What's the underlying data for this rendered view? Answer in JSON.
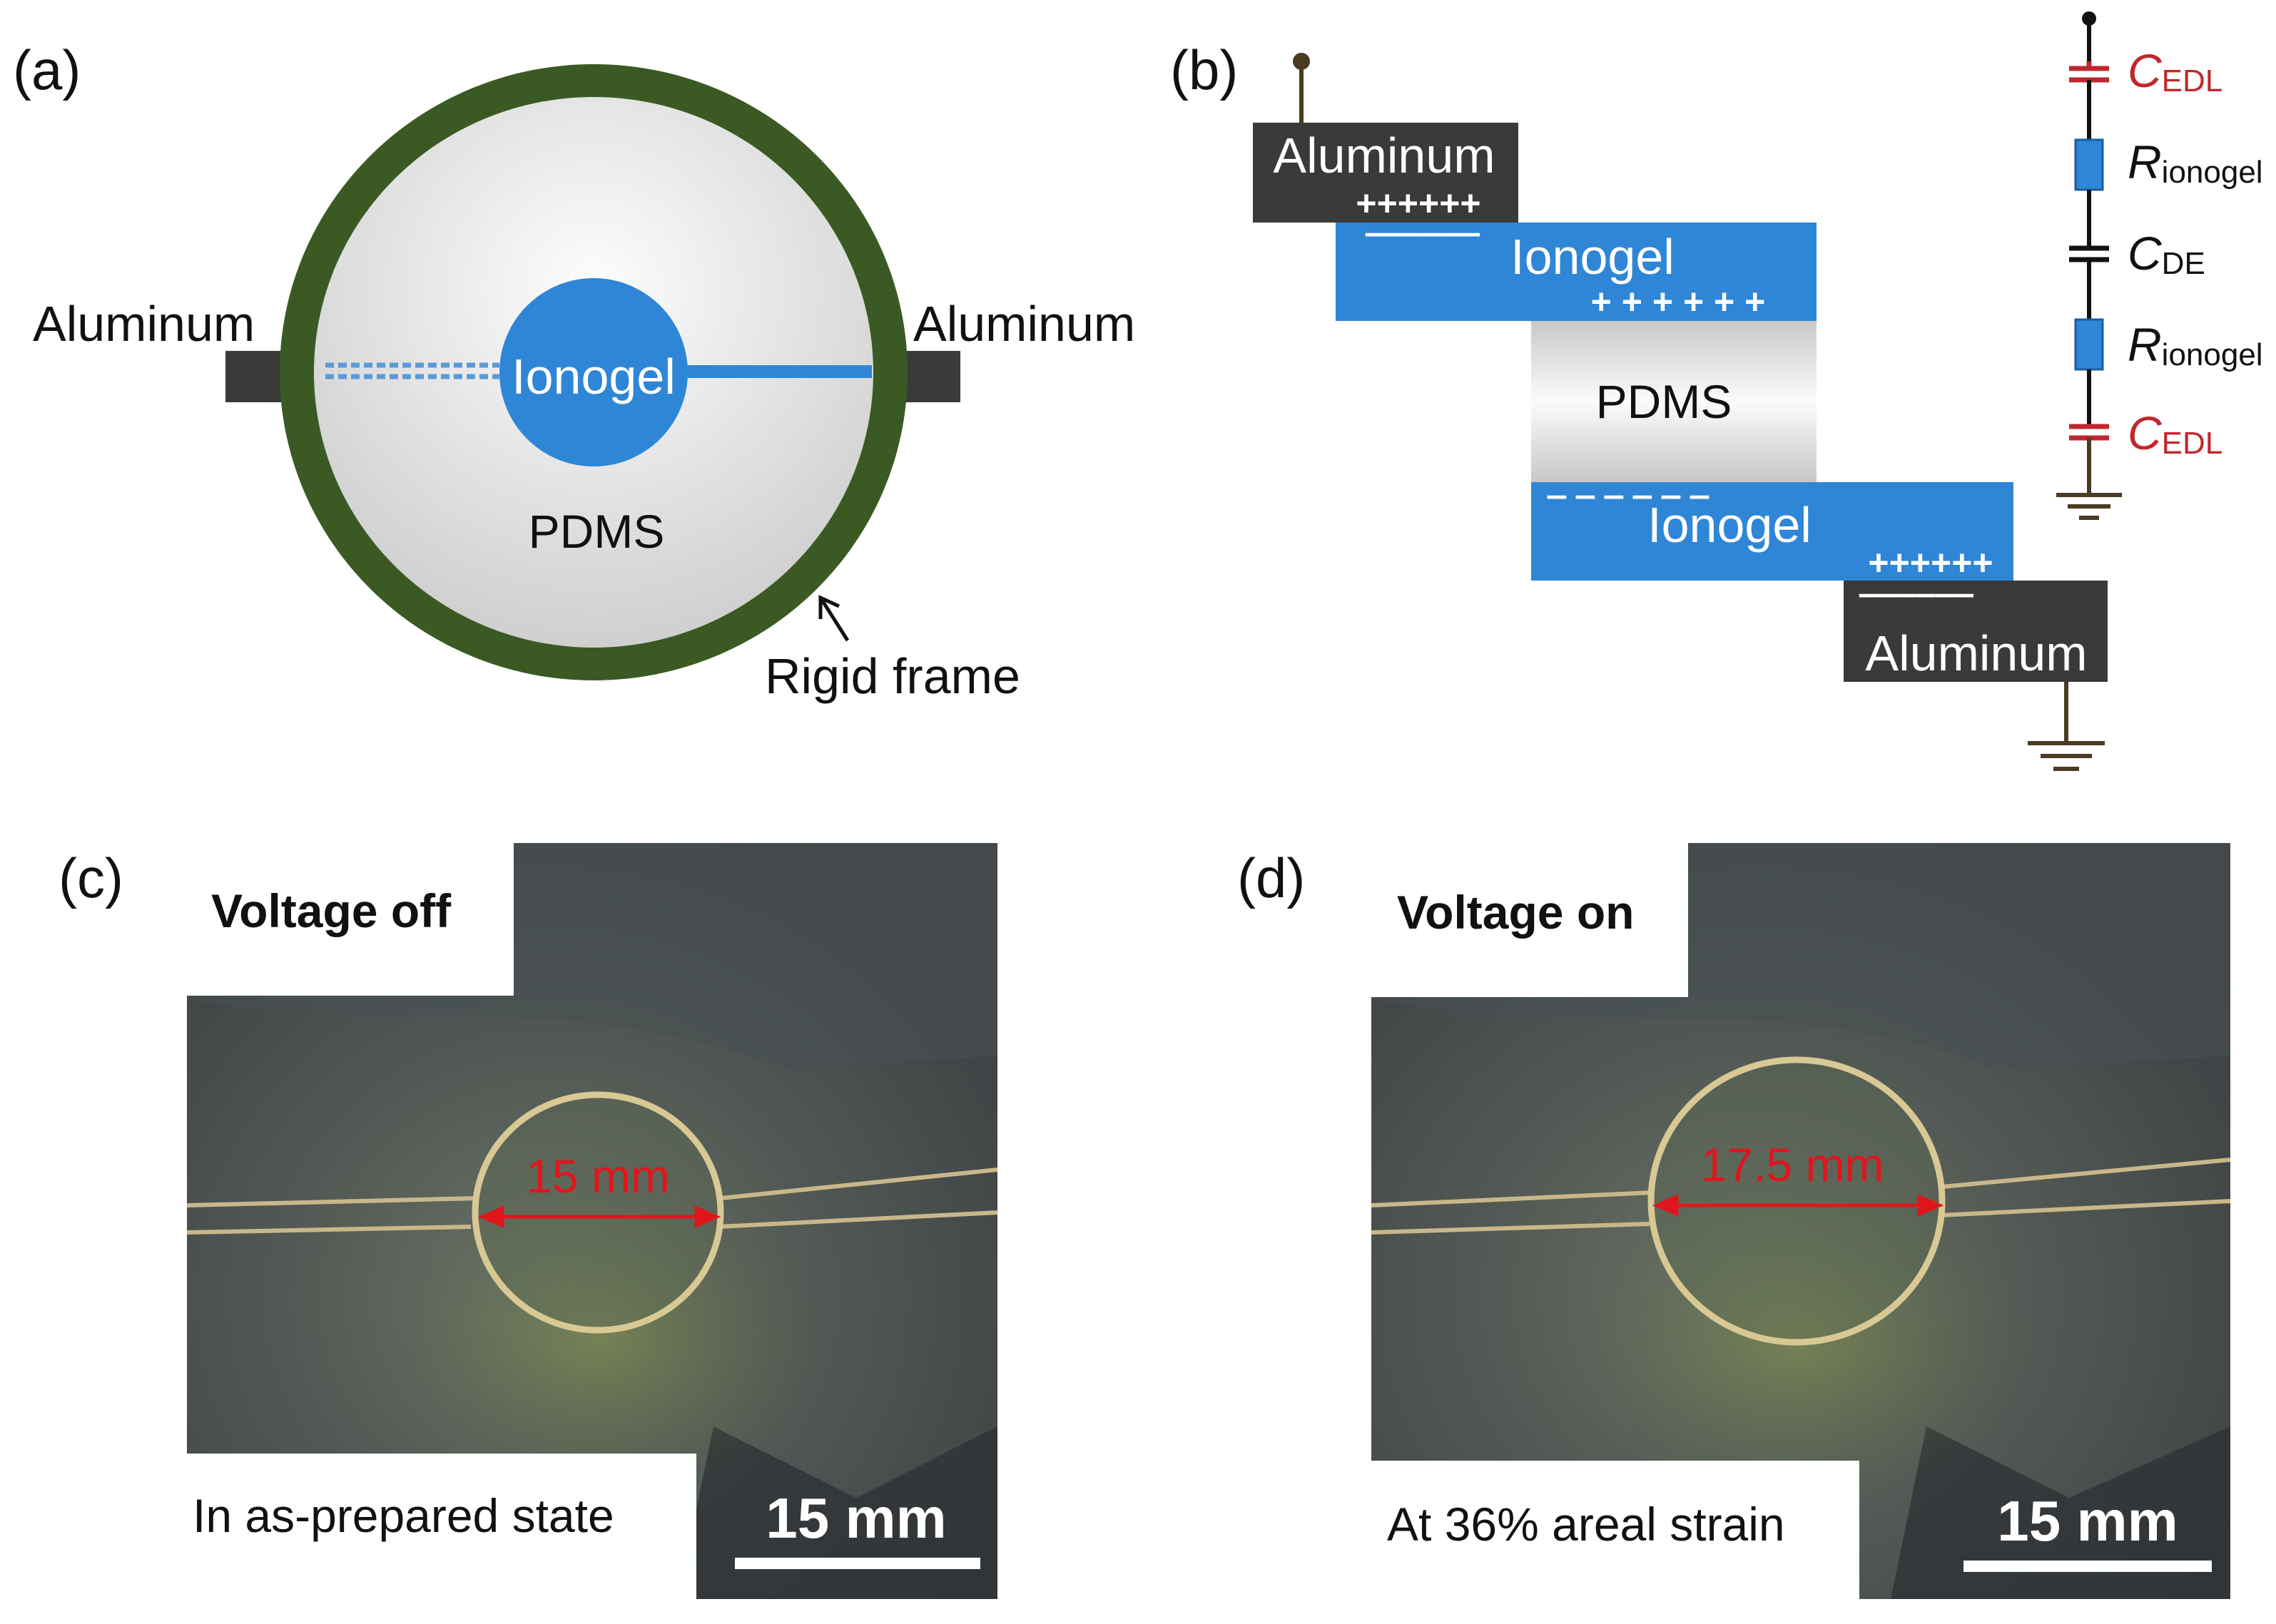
{
  "panel_a": {
    "label": "(a)",
    "aluminum_left": "Aluminum",
    "aluminum_right": "Aluminum",
    "ionogel": "Ionogel",
    "pdms": "PDMS",
    "rigid_frame": "Rigid frame"
  },
  "panel_b": {
    "label": "(b)",
    "aluminum_top": "Aluminum",
    "aluminum_bottom": "Aluminum",
    "ionogel_top": "Ionogel",
    "ionogel_bottom": "Ionogel",
    "pdms": "PDMS",
    "charges": {
      "al_top_plus": "++++++",
      "ionogel_top_minus": "‒‒‒‒‒‒",
      "ionogel_top_plus": "+ + + + + +",
      "ionogel_bottom_minus": "‒ ‒ ‒ ‒ ‒ ‒",
      "ionogel_bottom_plus": "++++++",
      "al_bottom_minus": "‒‒‒‒‒‒"
    },
    "circuit": {
      "c_edl_top": {
        "main": "C",
        "sub": "EDL"
      },
      "r_ionogel_top": {
        "main": "R",
        "sub": "ionogel"
      },
      "c_de": {
        "main": "C",
        "sub": "DE"
      },
      "r_ionogel_bottom": {
        "main": "R",
        "sub": "ionogel"
      },
      "c_edl_bottom": {
        "main": "C",
        "sub": "EDL"
      }
    }
  },
  "panel_c": {
    "label": "(c)",
    "state": "Voltage off",
    "measurement": "15 mm",
    "caption": "In as-prepared state",
    "scale_bar": "15 mm"
  },
  "panel_d": {
    "label": "(d)",
    "state": "Voltage on",
    "measurement": "17.5 mm",
    "caption": "At 36% areal strain",
    "scale_bar": "15 mm"
  },
  "colors": {
    "frame_green": "#3b5a23",
    "ionogel_blue": "#2f86d6",
    "aluminum_dark": "#3a3a3a",
    "capacitor_red": "#c0272d",
    "measure_red": "#e0161c",
    "wire_brown": "#4a3b22"
  }
}
